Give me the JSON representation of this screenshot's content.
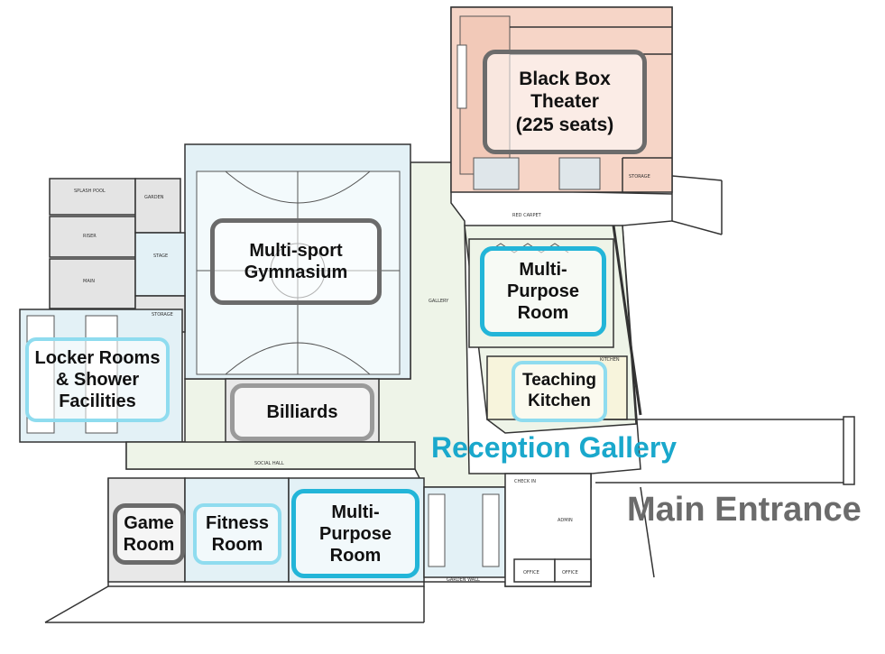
{
  "rooms": {
    "theater": [
      "Black Box",
      "Theater",
      "(225 seats)"
    ],
    "gym": [
      "Multi-sport",
      "Gymnasium"
    ],
    "mpr_upper": [
      "Multi-",
      "Purpose",
      "Room"
    ],
    "lockers": [
      "Locker Rooms",
      "& Shower",
      "Facilities"
    ],
    "teaching_kitchen": [
      "Teaching",
      "Kitchen"
    ],
    "billiards": "Billiards",
    "game_room": [
      "Game",
      "Room"
    ],
    "fitness_room": [
      "Fitness",
      "Room"
    ],
    "mpr_lower": [
      "Multi-",
      "Purpose",
      "Room"
    ]
  },
  "areas": {
    "reception_gallery": "Reception Gallery",
    "main_entrance": "Main Entrance"
  },
  "colors": {
    "dark_border": "#6b6b6b",
    "cyan_border": "#23b5d8",
    "light_cyan_border": "#8fdcef",
    "reception_text": "#1aa8cc",
    "entrance_text": "#6b6b6b",
    "theater_fill": "#f6d5c7",
    "gym_fill": "#e3f1f6",
    "corridor_fill": "#eef4e8",
    "kitchen_fill": "#f7f4dc"
  }
}
